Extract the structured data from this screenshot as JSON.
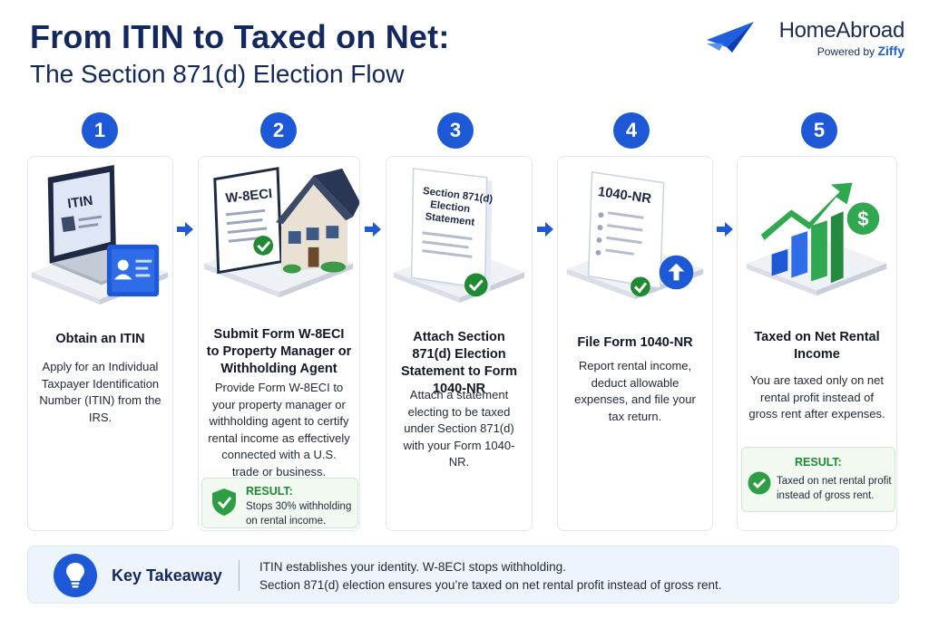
{
  "header": {
    "title": "From ITIN to Taxed on Net:",
    "subtitle": "The Section 871(d) Election Flow"
  },
  "brand": {
    "name": "HomeAbroad",
    "powered_prefix": "Powered by",
    "powered_name": "Ziffy"
  },
  "steps": [
    {
      "number": "1",
      "title": "Obtain an ITIN",
      "description": "Apply for an Individual Taxpayer Identification Number (ITIN) from the IRS.",
      "illustration_label": "ITIN",
      "icon": "laptop-id-card-icon"
    },
    {
      "number": "2",
      "title": "Submit Form W-8ECI to Property Manager or Withholding Agent",
      "description": "Provide Form W-8ECI to your property manager or withholding agent to certify rental income as effectively connected with a U.S. trade or business.",
      "illustration_label": "W-8ECI",
      "icon": "form-house-icon",
      "result_label": "RESULT:",
      "result_text": "Stops 30% withholding on rental income."
    },
    {
      "number": "3",
      "title": "Attach Section 871(d) Election Statement to Form 1040-NR",
      "description": "Attach a statement electing to be taxed under Section 871(d) with your Form 1040-NR.",
      "illustration_label": "Section 871(d) Election Statement",
      "icon": "statement-document-icon"
    },
    {
      "number": "4",
      "title": "File Form 1040-NR",
      "description": "Report rental income, deduct allowable expenses, and file your tax return.",
      "illustration_label": "1040-NR",
      "icon": "tax-return-upload-icon"
    },
    {
      "number": "5",
      "title": "Taxed on Net Rental Income",
      "description": "You are taxed only on net rental profit instead of gross rent after expenses.",
      "icon": "growth-chart-dollar-icon",
      "result_label": "RESULT:",
      "result_text": "Taxed on net rental profit instead of gross rent."
    }
  ],
  "takeaway": {
    "label": "Key Takeaway",
    "line1": "ITIN establishes your identity. W-8ECI stops withholding.",
    "line2": "Section 871(d) election ensures you’re taxed on net rental profit instead of gross rent.",
    "icon": "lightbulb-icon"
  },
  "colors": {
    "primary_blue": "#1d59d6",
    "navy": "#13285e",
    "success_green": "#1f8a34",
    "dollar_green": "#2fa84f"
  }
}
